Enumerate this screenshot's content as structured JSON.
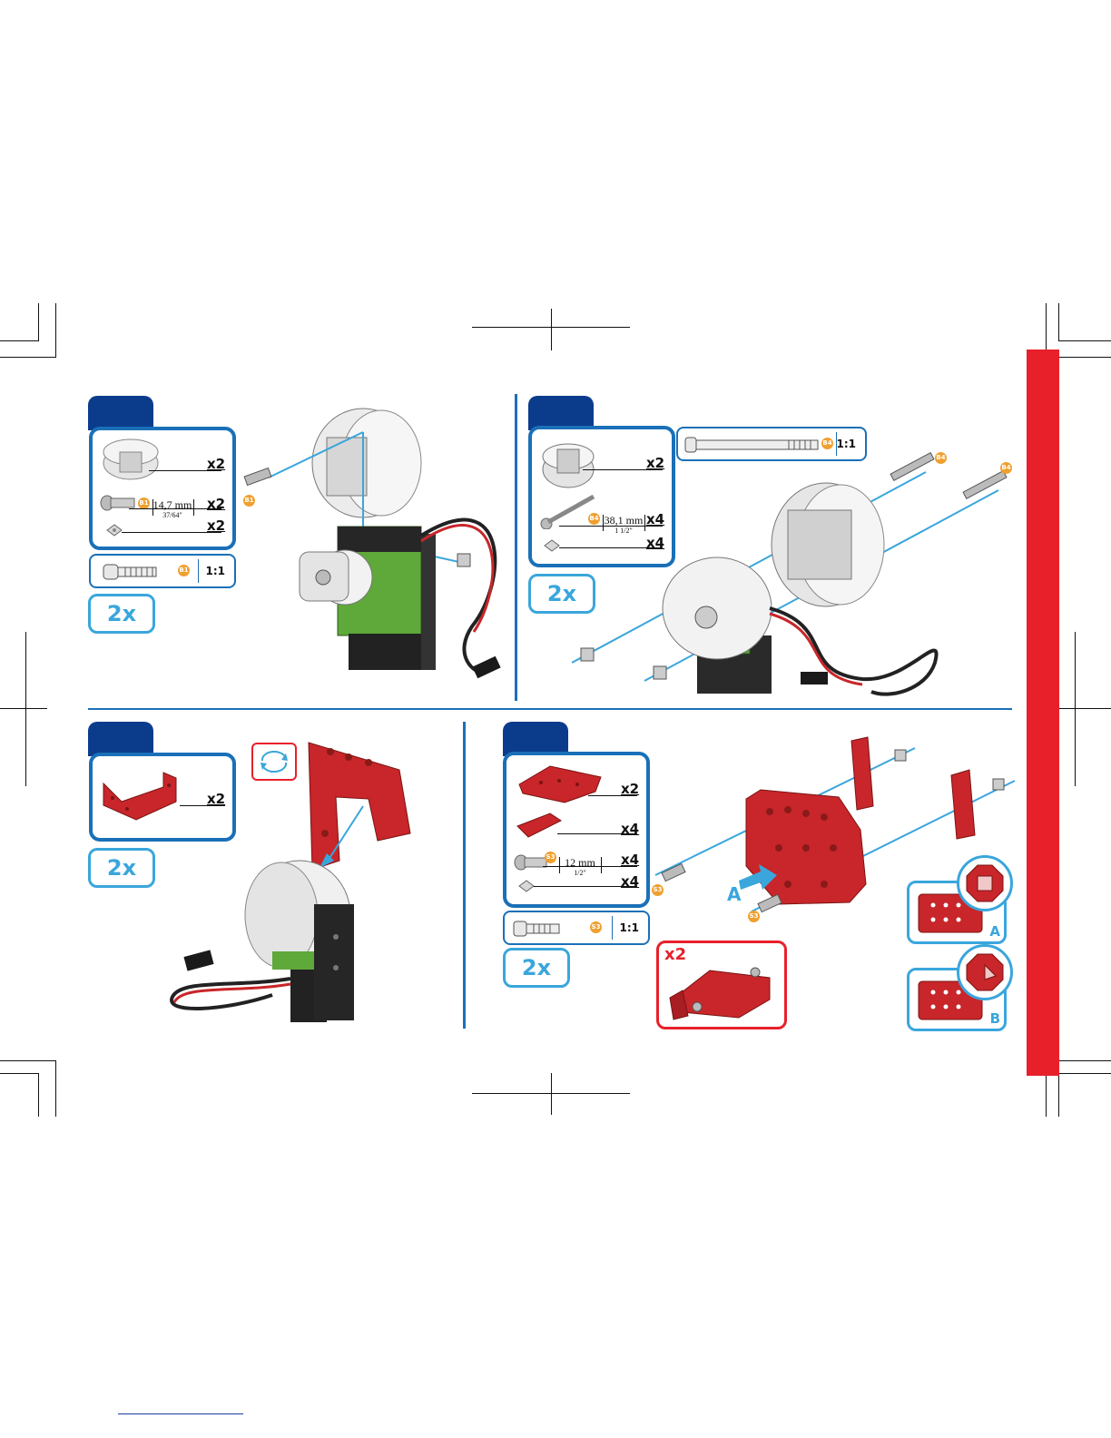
{
  "colors": {
    "accent_blue": "#1a70b8",
    "tab_navy": "#0b3c8c",
    "light_blue": "#3aa6dc",
    "red_bar": "#e8202a",
    "badge_orange": "#f0a030",
    "part_red": "#c8262a",
    "servo_green": "#5fa83a"
  },
  "step1": {
    "items": [
      {
        "qty": "x2"
      },
      {
        "qty": "x2",
        "badge": "B1",
        "length": "14,7 mm",
        "inch": "37/64\""
      },
      {
        "qty": "x2"
      }
    ],
    "scale_badge": "B1",
    "scale": "1:1",
    "multiplier": "2x",
    "callout_badge": "B1"
  },
  "step2": {
    "items": [
      {
        "qty": "x2"
      },
      {
        "qty": "x4",
        "badge": "B4",
        "length": "38,1 mm",
        "inch": "1 1/2\""
      },
      {
        "qty": "x4"
      }
    ],
    "scale_badge": "B4",
    "scale": "1:1",
    "multiplier": "2x",
    "callout_badge_1": "B4",
    "callout_badge_2": "B4"
  },
  "step3": {
    "items": [
      {
        "qty": "x2"
      }
    ],
    "multiplier": "2x",
    "rotate_icon": "rotate-arrows-icon"
  },
  "step4": {
    "items": [
      {
        "qty": "x2"
      },
      {
        "qty": "x4"
      },
      {
        "qty": "x4",
        "badge": "S3",
        "length": "12 mm",
        "inch": "1/2\""
      },
      {
        "qty": "x4"
      }
    ],
    "scale_badge": "S3",
    "scale": "1:1",
    "multiplier": "2x",
    "subassembly_qty": "x2",
    "callout_a": "A",
    "callout_badge_1": "S3",
    "callout_badge_2": "S3",
    "view_a": "A",
    "view_b": "B"
  }
}
